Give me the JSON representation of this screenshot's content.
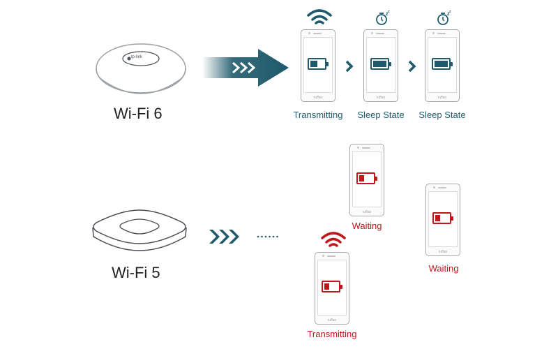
{
  "colors": {
    "teal": "#1e5a6b",
    "red": "#c0171c",
    "phone_frame": "#a5a8aa"
  },
  "wifi6": {
    "device_label": "Wi-Fi 6",
    "router_brand": "tp-link",
    "phones": [
      {
        "caption": "Transmitting",
        "status_icon": "wifi-icon",
        "battery_level": 0.45
      },
      {
        "caption": "Sleep State",
        "status_icon": "sleep-timer-icon",
        "battery_level": 0.9
      },
      {
        "caption": "Sleep State",
        "status_icon": "sleep-timer-icon",
        "battery_level": 0.9
      }
    ]
  },
  "wifi5": {
    "device_label": "Wi-Fi 5",
    "phones": [
      {
        "caption": "Waiting",
        "battery_level": 0.3
      },
      {
        "caption": "Waiting",
        "battery_level": 0.3
      },
      {
        "caption": "Transmitting",
        "status_icon": "wifi-icon",
        "battery_level": 0.3
      }
    ]
  },
  "phone_brand": "ruffao"
}
